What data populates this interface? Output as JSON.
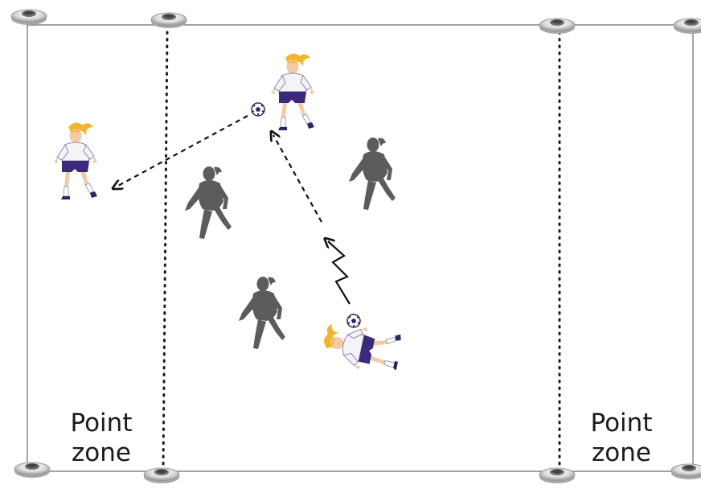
{
  "labels": {
    "left_zone": [
      "Point",
      "zone"
    ],
    "right_zone": [
      "Point",
      "zone"
    ]
  },
  "colors": {
    "field_line": "#6b6b6b",
    "zone_line": "#1a1a1a",
    "defender": "#5c5c5c",
    "attacker_shirt": "#f4f4f8",
    "attacker_shorts": "#3b2a7a",
    "attacker_hair": "#f2b531",
    "attacker_skin": "#f3c9a6",
    "ball": "#2a2560",
    "cone": "#e2e2e2"
  },
  "elements": {
    "cones": 8,
    "attackers": 3,
    "defenders": 3,
    "balls": 2,
    "passes": 2,
    "dribbles": 1
  }
}
